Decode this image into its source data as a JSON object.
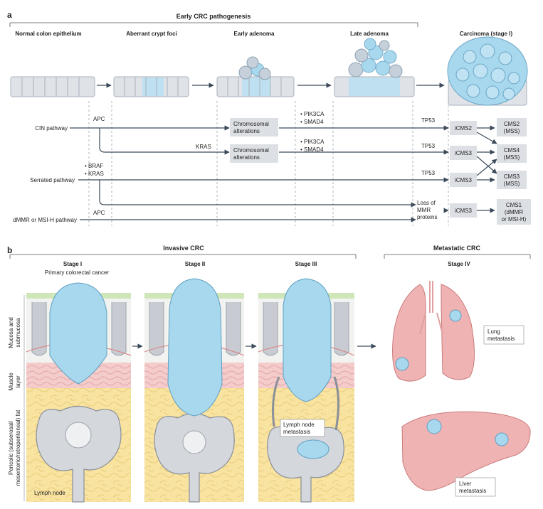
{
  "panel_a": {
    "letter": "a",
    "title": "Early CRC pathogenesis",
    "stages": [
      "Normal colon epithelium",
      "Aberrant crypt foci",
      "Early adenoma",
      "Late adenoma",
      "Carcinoma (stage I)"
    ],
    "pathways": {
      "cin": "CIN pathway",
      "serrated": "Serrated pathway",
      "dmmr": "dMMR or MSI-H pathway"
    },
    "genes": {
      "apc1": "APC",
      "kras1": "KRAS",
      "pik3ca1": "• PIK3CA",
      "smad4_1": "• SMAD4",
      "pik3ca2": "• PIK3CA",
      "smad4_2": "• SMAD4",
      "tp53_1": "TP53",
      "tp53_2": "TP53",
      "tp53_3": "TP53",
      "braf": "• BRAF",
      "kras2": "• KRAS",
      "apc2": "APC"
    },
    "boxes": {
      "chromo1": [
        "Chromosomal",
        "alterations"
      ],
      "chromo2": [
        "Chromosomal",
        "alterations"
      ],
      "mmr": [
        "Loss of",
        "MMR",
        "proteins"
      ],
      "icms2": "iCMS2",
      "icms3a": "iCMS3",
      "icms3b": "iCMS3",
      "icms3c": "iCMS3",
      "cms2": [
        "CMS2",
        "(MSS)"
      ],
      "cms4": [
        "CMS4",
        "(MSS)"
      ],
      "cms3": [
        "CMS3",
        "(MSS)"
      ],
      "cms1": [
        "CMS1",
        "(dMMR",
        "or MSI-H)"
      ]
    }
  },
  "panel_b": {
    "letter": "b",
    "invasive_title": "Invasive CRC",
    "metastatic_title": "Metastatic CRC",
    "stages": [
      "Stage I",
      "Stage II",
      "Stage III",
      "Stage IV"
    ],
    "primary": "Primary colorectal cancer",
    "layers": {
      "mucosa": [
        "Mucosa and",
        "submucosa"
      ],
      "muscle": [
        "Muscle",
        "layer"
      ],
      "fat": [
        "Pericolic (subserosal/",
        "mesenteric/retroperitoneal) fat"
      ]
    },
    "lymph_node": "Lymph node",
    "lymph_met": [
      "Lymph node",
      "metastasis"
    ],
    "lung_met": [
      "Lung",
      "metastasis"
    ],
    "liver_met": [
      "Liver",
      "metastasis"
    ]
  },
  "colors": {
    "cell": "#dfe3e8",
    "tumor": "#a8d8ee",
    "box": "#dcdfe4",
    "fat": "#f8e3a1",
    "muscle": "#f1c8c8",
    "organ": "#f0b3b3",
    "node": "#d4d7dc"
  }
}
